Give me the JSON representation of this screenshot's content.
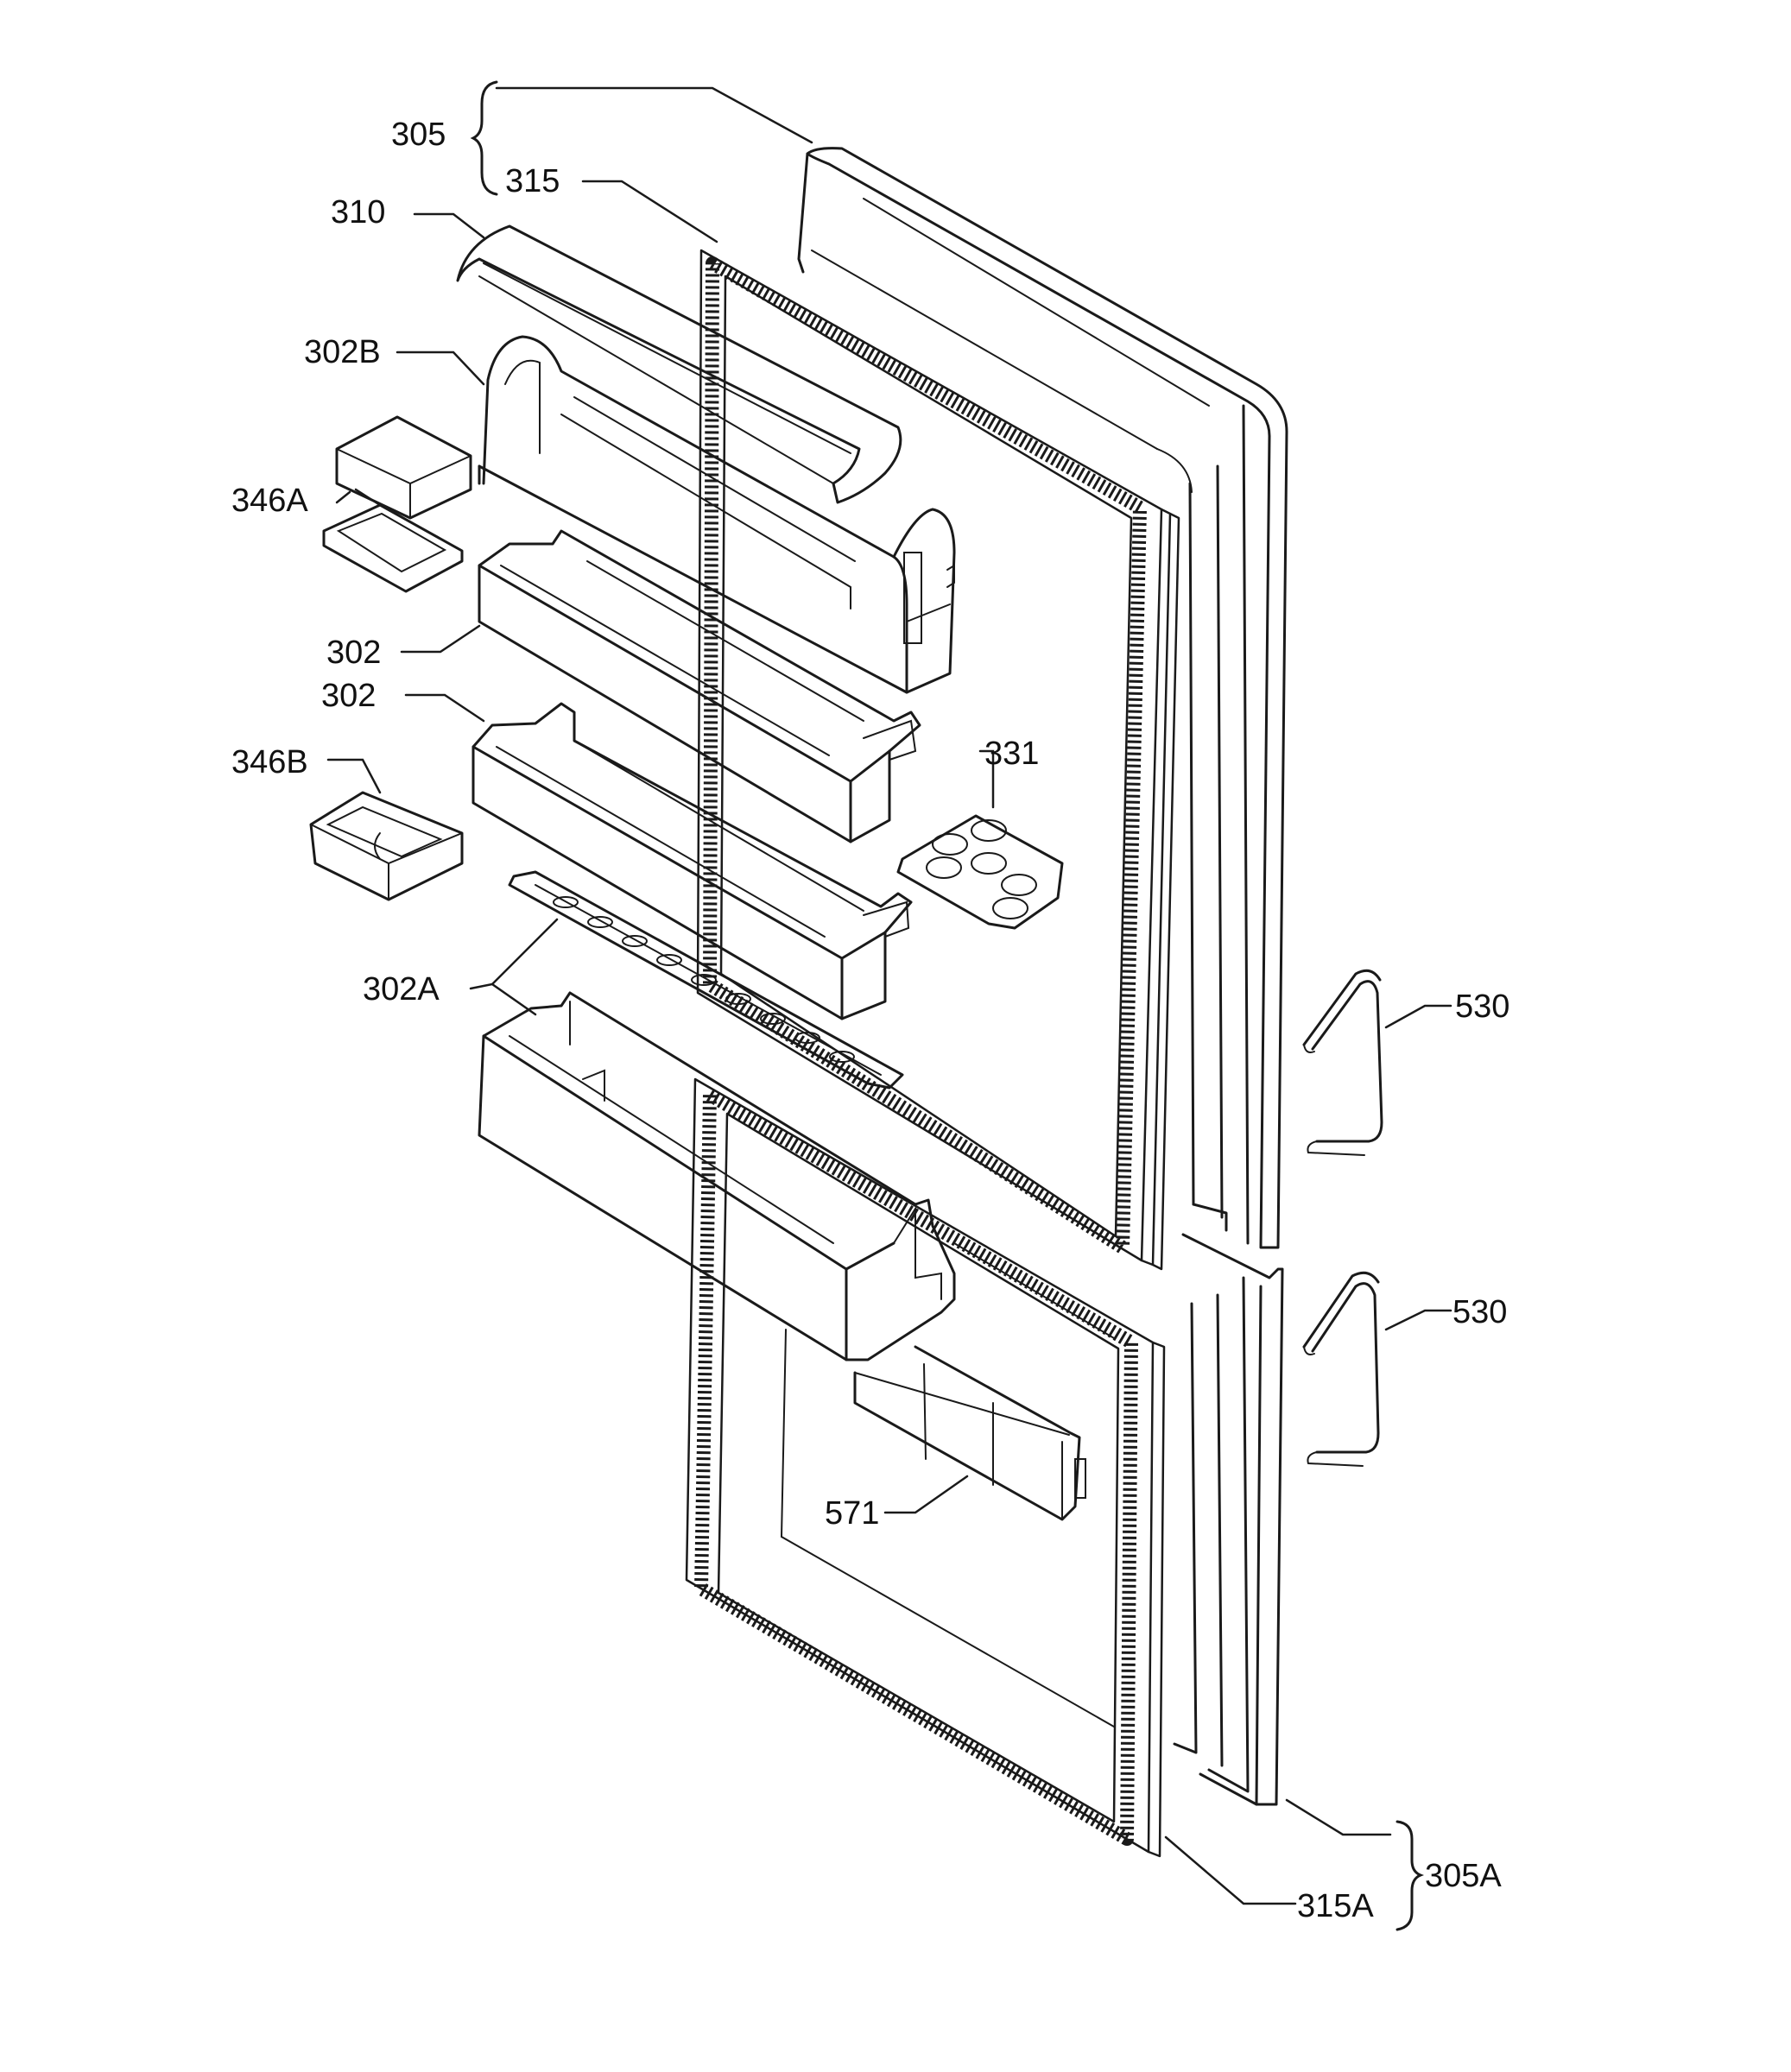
{
  "labels": {
    "l305": "305",
    "l315": "315",
    "l310": "310",
    "l302B": "302B",
    "l346A": "346A",
    "l302a": "302",
    "l302b": "302",
    "l331": "331",
    "l346B": "346B",
    "l302A": "302A",
    "l530a": "530",
    "l530b": "530",
    "l571": "571",
    "l315A": "315A",
    "l305A": "305A"
  }
}
